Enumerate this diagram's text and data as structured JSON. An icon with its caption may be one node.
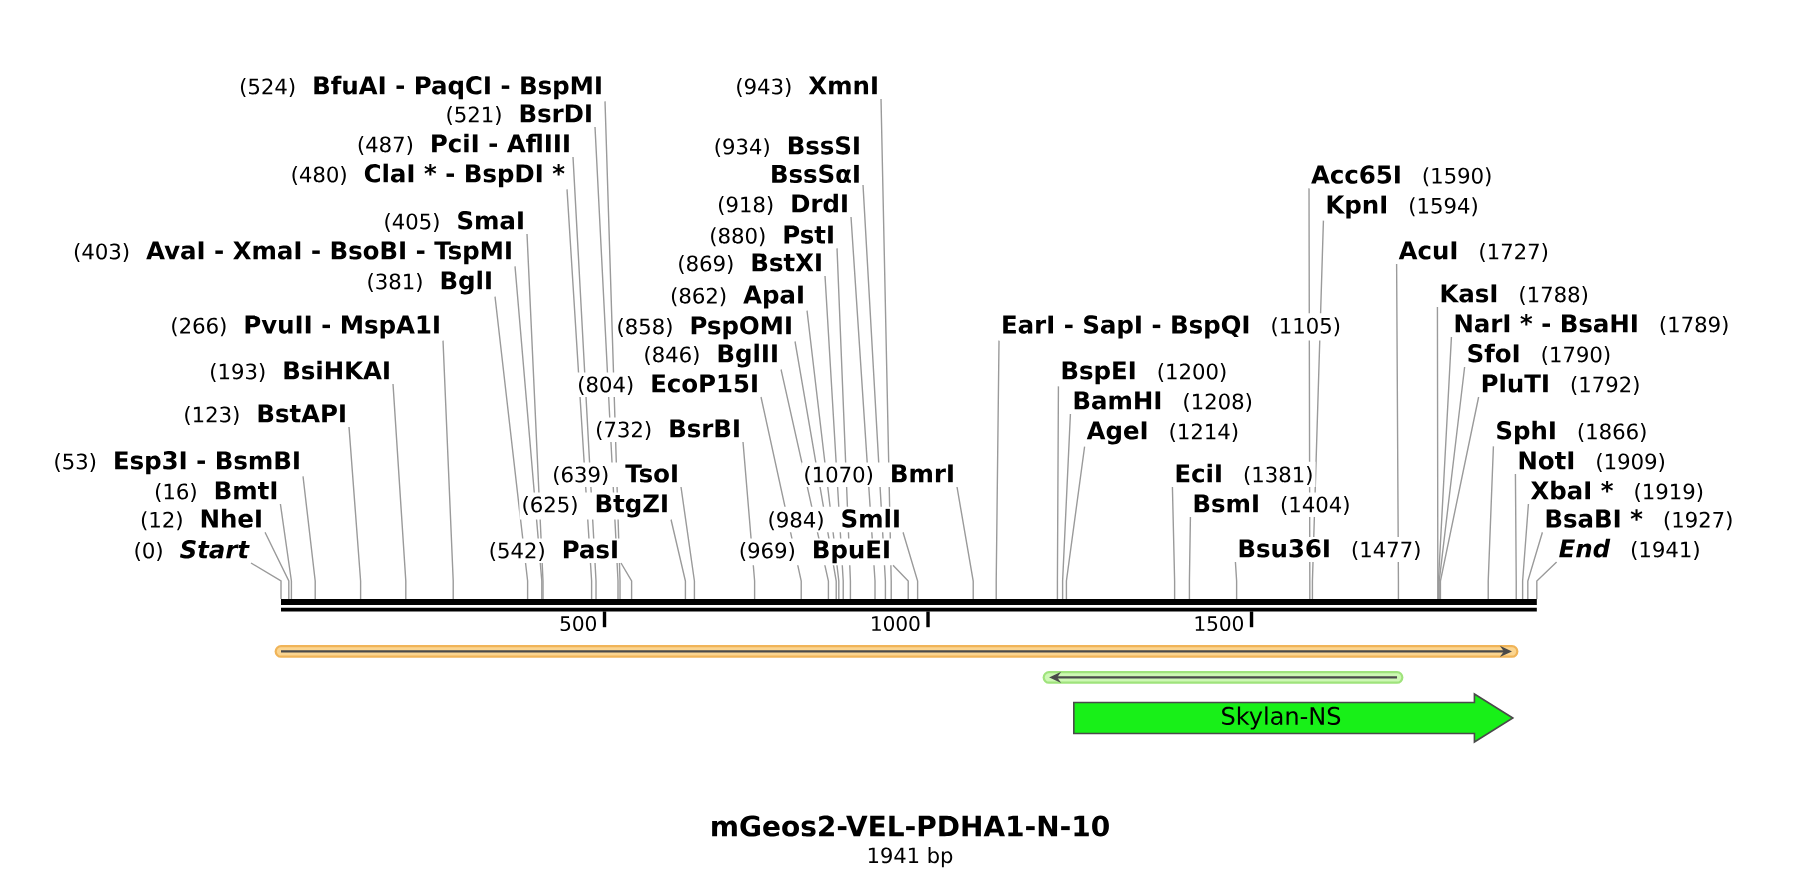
{
  "diagram": {
    "title": "mGeos2-VEL-PDHA1-N-10",
    "caption": "1941 bp",
    "nodes": [
      {
        "text": [
          "(524)",
          "BfuAI - PaqCI - BspMI"
        ]
      },
      {
        "text": [
          "(943)",
          "XmnI"
        ]
      },
      {
        "text": [
          "(521)",
          "BsrDI"
        ]
      },
      {
        "text": [
          "(487)",
          "PciI - AflIII"
        ]
      },
      {
        "text": [
          "(934)",
          "BssSI",
          "BssSαI"
        ]
      },
      {
        "text": [
          "(480)",
          "ClaI * - BspDI *"
        ]
      },
      {
        "text": [
          "Acc65I",
          "(1590)"
        ]
      },
      {
        "text": [
          "(918)",
          "DrdI"
        ]
      },
      {
        "text": [
          "KpnI",
          "(1594)"
        ]
      },
      {
        "text": [
          "(405)",
          "SmaI"
        ]
      },
      {
        "text": [
          "(880)",
          "PstI"
        ]
      },
      {
        "text": [
          "(403)",
          "AvaI - XmaI - BsoBI - TspMI"
        ]
      },
      {
        "text": [
          "AcuI",
          "(1727)"
        ]
      },
      {
        "text": [
          "(869)",
          "BstXI"
        ]
      },
      {
        "text": [
          "(381)",
          "BglI"
        ]
      },
      {
        "text": [
          "KasI",
          "(1788)"
        ]
      },
      {
        "text": [
          "(862)",
          "ApaI"
        ]
      },
      {
        "text": [
          "(266)",
          "PvuII - MspA1I"
        ]
      },
      {
        "text": [
          "(858)",
          "PspOMI"
        ]
      },
      {
        "text": [
          "EarI - SapI - BspQI",
          "(1105)"
        ]
      },
      {
        "text": [
          "NarI * - BsaHI",
          "(1789)"
        ]
      },
      {
        "text": [
          "(846)",
          "BglII"
        ]
      },
      {
        "text": [
          "SfoI",
          "(1790)"
        ]
      },
      {
        "text": [
          "(193)",
          "BsiHKAI"
        ]
      },
      {
        "text": [
          "BspEI",
          "(1200)"
        ]
      },
      {
        "text": [
          "(804)",
          "EcoP15I"
        ]
      },
      {
        "text": [
          "PluTI",
          "(1792)"
        ]
      },
      {
        "text": [
          "BamHI",
          "(1208)"
        ]
      },
      {
        "text": [
          "(123)",
          "BstAPI"
        ]
      },
      {
        "text": [
          "(732)",
          "BsrBI"
        ]
      },
      {
        "text": [
          "AgeI",
          "(1214)"
        ]
      },
      {
        "text": [
          "SphI",
          "(1866)"
        ]
      },
      {
        "text": [
          "(53)",
          "Esp3I - BsmBI"
        ]
      },
      {
        "text": [
          "NotI",
          "(1909)"
        ]
      },
      {
        "text": [
          "(639)",
          "TsoI"
        ]
      },
      {
        "text": [
          "(1070)",
          "BmrI"
        ]
      },
      {
        "text": [
          "EciI",
          "(1381)"
        ]
      },
      {
        "text": [
          "(16)",
          "BmtI"
        ]
      },
      {
        "text": [
          "XbaI *",
          "(1919)"
        ]
      },
      {
        "text": [
          "(625)",
          "BtgZI"
        ]
      },
      {
        "text": [
          "BsmI",
          "(1404)"
        ]
      },
      {
        "text": [
          "(12)",
          "NheI"
        ]
      },
      {
        "text": [
          "(984)",
          "SmlI"
        ]
      },
      {
        "text": [
          "BsaBI *",
          "(1927)"
        ]
      },
      {
        "text": [
          "(0)",
          "Start"
        ]
      },
      {
        "text": [
          "(542)",
          "PasI"
        ]
      },
      {
        "text": [
          "(969)",
          "BpuEI"
        ]
      },
      {
        "text": [
          "Bsu36I",
          "(1477)"
        ]
      },
      {
        "text": [
          "End",
          "(1941)"
        ]
      },
      {
        "text": [],
        "shape": "bar"
      },
      {
        "text": [],
        "shape": "arrow"
      },
      {
        "text": [],
        "shape": "arrow"
      },
      {
        "text": [
          "Skylan-NS"
        ]
      }
    ],
    "edges": [
      {
        "from": 0,
        "to": 49,
        "arrow": "none"
      },
      {
        "from": 1,
        "to": 49,
        "arrow": "none"
      },
      {
        "from": 2,
        "to": 49,
        "arrow": "none"
      },
      {
        "from": 3,
        "to": 49,
        "arrow": "none"
      },
      {
        "from": 4,
        "to": 49,
        "arrow": "none"
      },
      {
        "from": 5,
        "to": 49,
        "arrow": "none"
      },
      {
        "from": 6,
        "to": 49,
        "arrow": "none"
      },
      {
        "from": 7,
        "to": 49,
        "arrow": "none"
      },
      {
        "from": 8,
        "to": 49,
        "arrow": "none"
      },
      {
        "from": 9,
        "to": 49,
        "arrow": "none"
      },
      {
        "from": 10,
        "to": 49,
        "arrow": "none"
      },
      {
        "from": 11,
        "to": 49,
        "arrow": "none"
      },
      {
        "from": 12,
        "to": 49,
        "arrow": "none"
      },
      {
        "from": 13,
        "to": 49,
        "arrow": "none"
      },
      {
        "from": 14,
        "to": 49,
        "arrow": "none"
      },
      {
        "from": 15,
        "to": 49,
        "arrow": "none"
      },
      {
        "from": 16,
        "to": 49,
        "arrow": "none"
      },
      {
        "from": 17,
        "to": 49,
        "arrow": "none"
      },
      {
        "from": 18,
        "to": 49,
        "arrow": "none"
      },
      {
        "from": 19,
        "to": 49,
        "arrow": "none"
      },
      {
        "from": 20,
        "to": 49,
        "arrow": "none"
      },
      {
        "from": 21,
        "to": 49,
        "arrow": "none"
      },
      {
        "from": 22,
        "to": 49,
        "arrow": "none"
      },
      {
        "from": 23,
        "to": 49,
        "arrow": "none"
      },
      {
        "from": 24,
        "to": 49,
        "arrow": "none"
      },
      {
        "from": 25,
        "to": 49,
        "arrow": "none"
      },
      {
        "from": 26,
        "to": 49,
        "arrow": "none"
      },
      {
        "from": 27,
        "to": 49,
        "arrow": "none"
      },
      {
        "from": 28,
        "to": 49,
        "arrow": "none"
      },
      {
        "from": 29,
        "to": 49,
        "arrow": "none"
      },
      {
        "from": 30,
        "to": 49,
        "arrow": "none"
      },
      {
        "from": 31,
        "to": 49,
        "arrow": "none"
      },
      {
        "from": 32,
        "to": 49,
        "arrow": "none"
      },
      {
        "from": 33,
        "to": 49,
        "arrow": "none"
      },
      {
        "from": 34,
        "to": 49,
        "arrow": "none"
      },
      {
        "from": 35,
        "to": 49,
        "arrow": "none"
      },
      {
        "from": 36,
        "to": 49,
        "arrow": "none"
      },
      {
        "from": 37,
        "to": 49,
        "arrow": "none"
      },
      {
        "from": 38,
        "to": 49,
        "arrow": "none"
      },
      {
        "from": 39,
        "to": 49,
        "arrow": "none"
      },
      {
        "from": 40,
        "to": 49,
        "arrow": "none"
      },
      {
        "from": 41,
        "to": 49,
        "arrow": "none"
      },
      {
        "from": 42,
        "to": 49,
        "arrow": "none"
      },
      {
        "from": 43,
        "to": 49,
        "arrow": "none"
      },
      {
        "from": 44,
        "to": 49,
        "arrow": "none"
      },
      {
        "from": 45,
        "to": 49,
        "arrow": "none"
      },
      {
        "from": 46,
        "to": 49,
        "arrow": "none"
      },
      {
        "from": 47,
        "to": 49,
        "arrow": "none"
      },
      {
        "from": 48,
        "to": 49,
        "arrow": "none"
      }
    ],
    "labels": [
      "500",
      "1000",
      "1500"
    ]
  }
}
